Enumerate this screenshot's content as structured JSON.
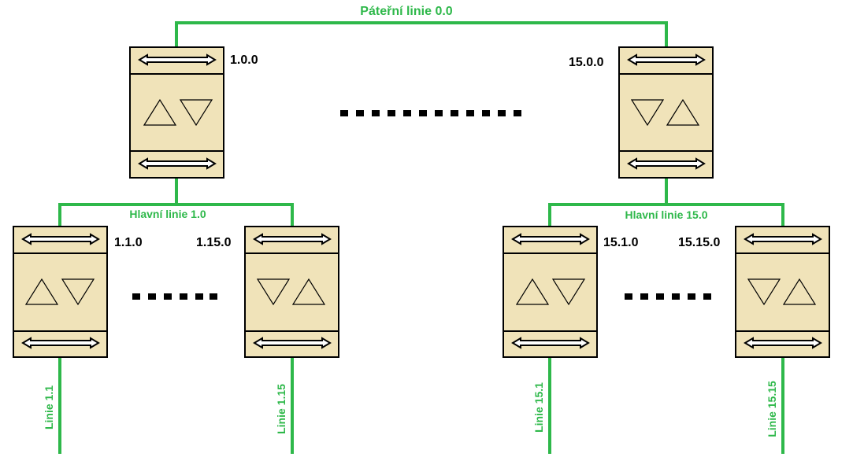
{
  "colors": {
    "line": "#2eb84a",
    "coupler_fill": "#f0e3b9",
    "outline": "#000000",
    "background": "#ffffff"
  },
  "labels": {
    "backbone": "Páteřní linie 0.0",
    "main_line_left": "Hlavní linie 1.0",
    "main_line_right": "Hlavní linie 15.0",
    "line_1_1": "Linie 1.1",
    "line_1_15": "Linie 1.15",
    "line_15_1": "Linie 15.1",
    "line_15_15": "Linie 15.15"
  },
  "couplers": {
    "area_1": "1.0.0",
    "area_15": "15.0.0",
    "line_1_1": "1.1.0",
    "line_1_15": "1.15.0",
    "line_15_1": "15.1.0",
    "line_15_15": "15.15.0"
  },
  "icons": {
    "bus_arrow": "double-headed-arrow-icon",
    "triangle_up": "triangle-up-icon",
    "triangle_down": "triangle-down-icon",
    "ellipsis": "dotted-ellipsis"
  }
}
